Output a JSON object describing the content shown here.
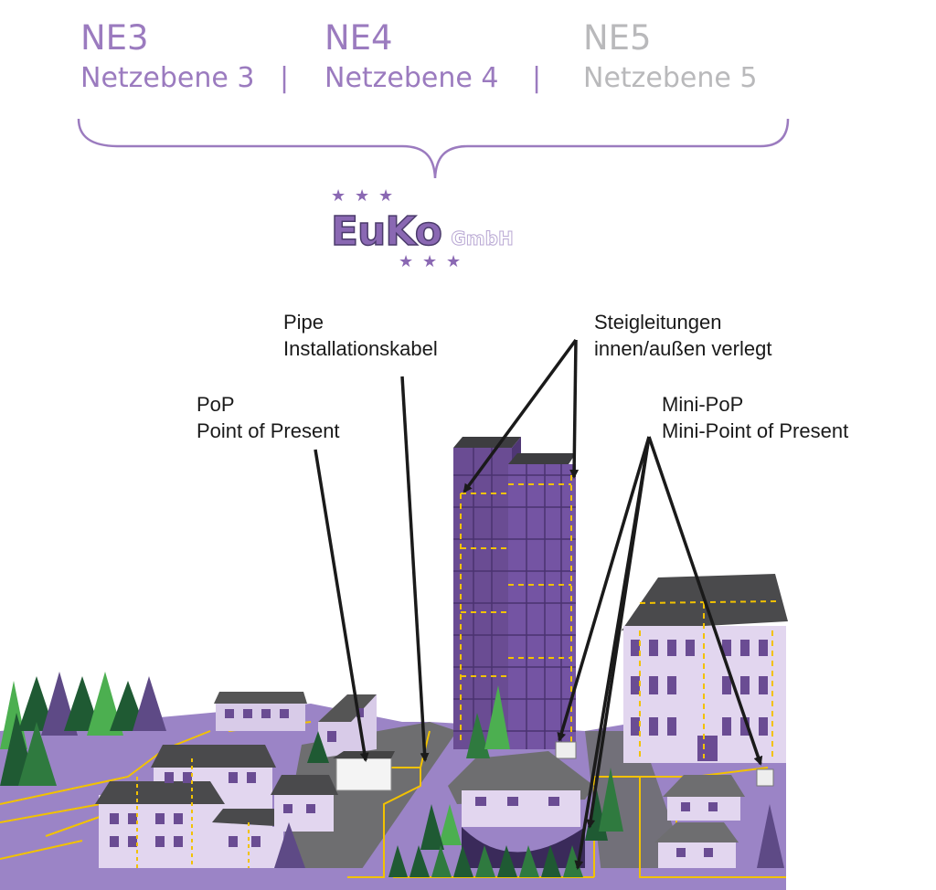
{
  "levels": [
    {
      "code": "NE3",
      "name": "Netzebene 3",
      "active": true
    },
    {
      "code": "NE4",
      "name": "Netzebene 4",
      "active": true
    },
    {
      "code": "NE5",
      "name": "Netzebene 5",
      "active": false
    }
  ],
  "separator": "|",
  "logo": {
    "brand": "EuKo",
    "suffix": "GmbH"
  },
  "labels": {
    "pipe": {
      "line1": "Pipe",
      "line2": "Installationskabel"
    },
    "steig": {
      "line1": "Steigleitungen",
      "line2": "innen/außen verlegt"
    },
    "pop": {
      "line1": "PoP",
      "line2": "Point of Present"
    },
    "minipop": {
      "line1": "Mini-PoP",
      "line2": "Mini-Point of Present"
    }
  },
  "colors": {
    "active": "#9b7bbf",
    "inactive": "#b9b9bb",
    "logo": "#8a68b3",
    "ground": "#9b84c6",
    "tower": "#6a4c93",
    "cable": "#f2c200",
    "tree_dark": "#1f5a33",
    "tree_light": "#4caf50"
  }
}
